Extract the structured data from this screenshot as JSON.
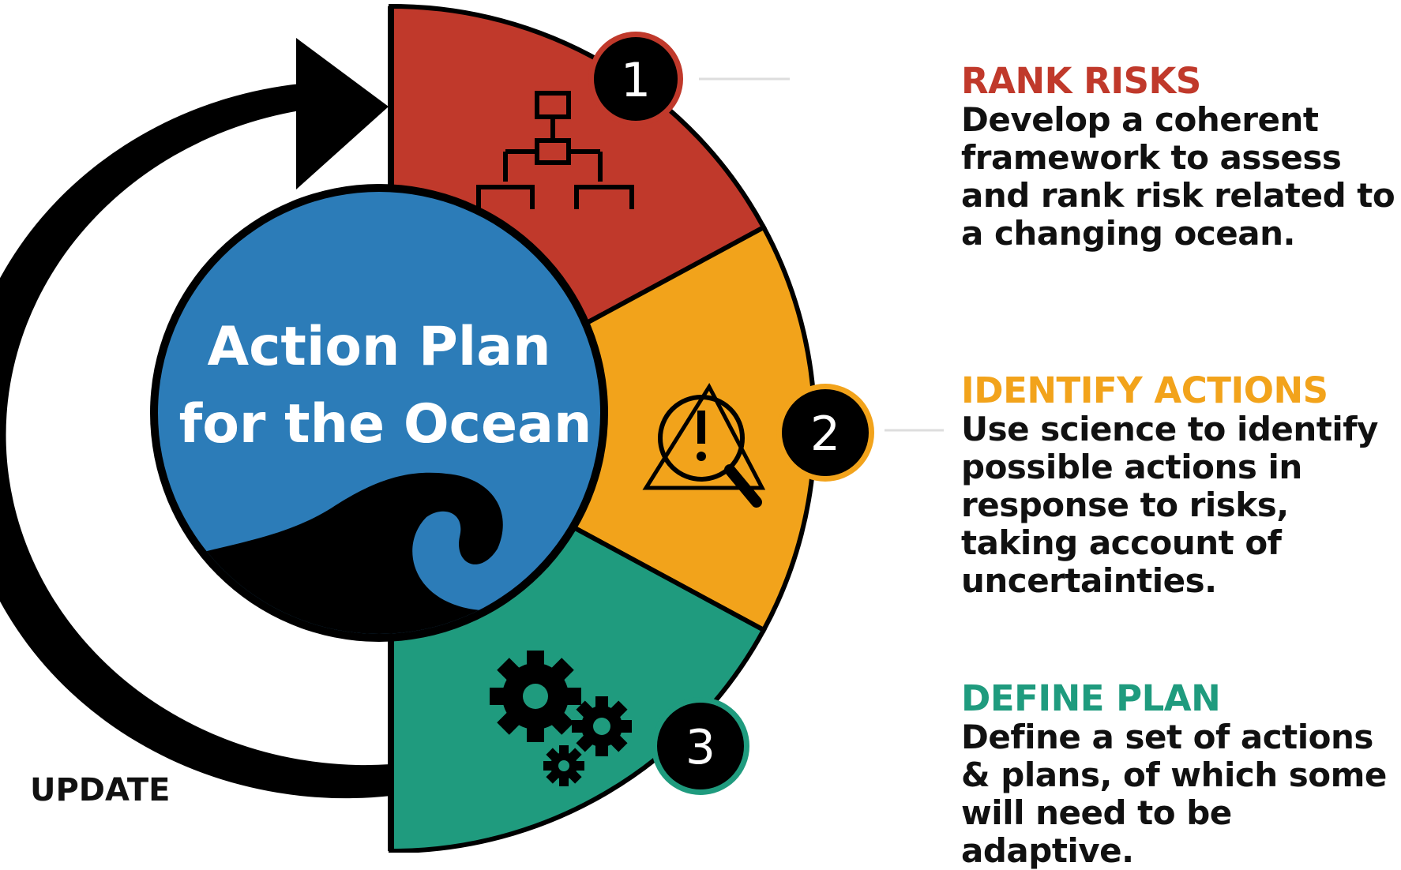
{
  "center": {
    "title_line1": "Action Plan",
    "title_line2": "for the Ocean"
  },
  "cycle_label": "UPDATE",
  "steps": [
    {
      "number": "1",
      "title": "RANK RISKS",
      "description": "Develop a coherent framework to assess and rank risk related to a changing ocean.",
      "color": "#c0392b",
      "icon": "hierarchy-icon"
    },
    {
      "number": "2",
      "title": "IDENTIFY ACTIONS",
      "description": "Use science to identify possible actions in response to risks, taking account of uncertainties.",
      "color": "#f2a31b",
      "icon": "warning-magnifier-icon"
    },
    {
      "number": "3",
      "title": "DEFINE PLAN",
      "description": "Define a set of actions & plans, of which some will need to be adaptive.",
      "color": "#1f9b7e",
      "icon": "gears-icon"
    }
  ],
  "colors": {
    "ocean_blue": "#2c7cb8",
    "outline": "#000000"
  }
}
